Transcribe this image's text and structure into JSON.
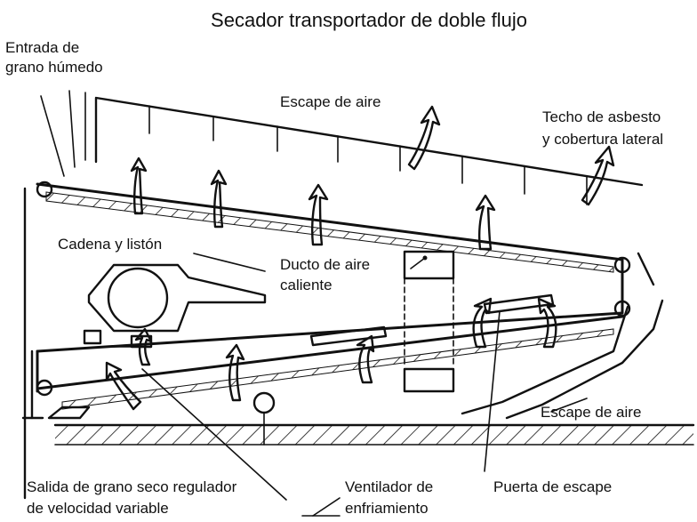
{
  "title": "Secador transportador de doble flujo",
  "labels": {
    "wet_grain_inlet": [
      "Entrada de",
      "grano húmedo"
    ],
    "air_exhaust_top": "Escape de aire",
    "roof": [
      "Techo de asbesto",
      "y cobertura lateral"
    ],
    "chain_slat": "Cadena y listón",
    "hot_air_duct": [
      "Ducto de aire",
      "caliente"
    ],
    "air_exhaust_bottom": "Escape de aire",
    "dry_grain_outlet": [
      "Salida de grano seco regulador",
      "de velocidad variable"
    ],
    "cooling_fan": [
      "Ventilador de",
      "enfriamiento"
    ],
    "exhaust_door": "Puerta de escape"
  }
}
